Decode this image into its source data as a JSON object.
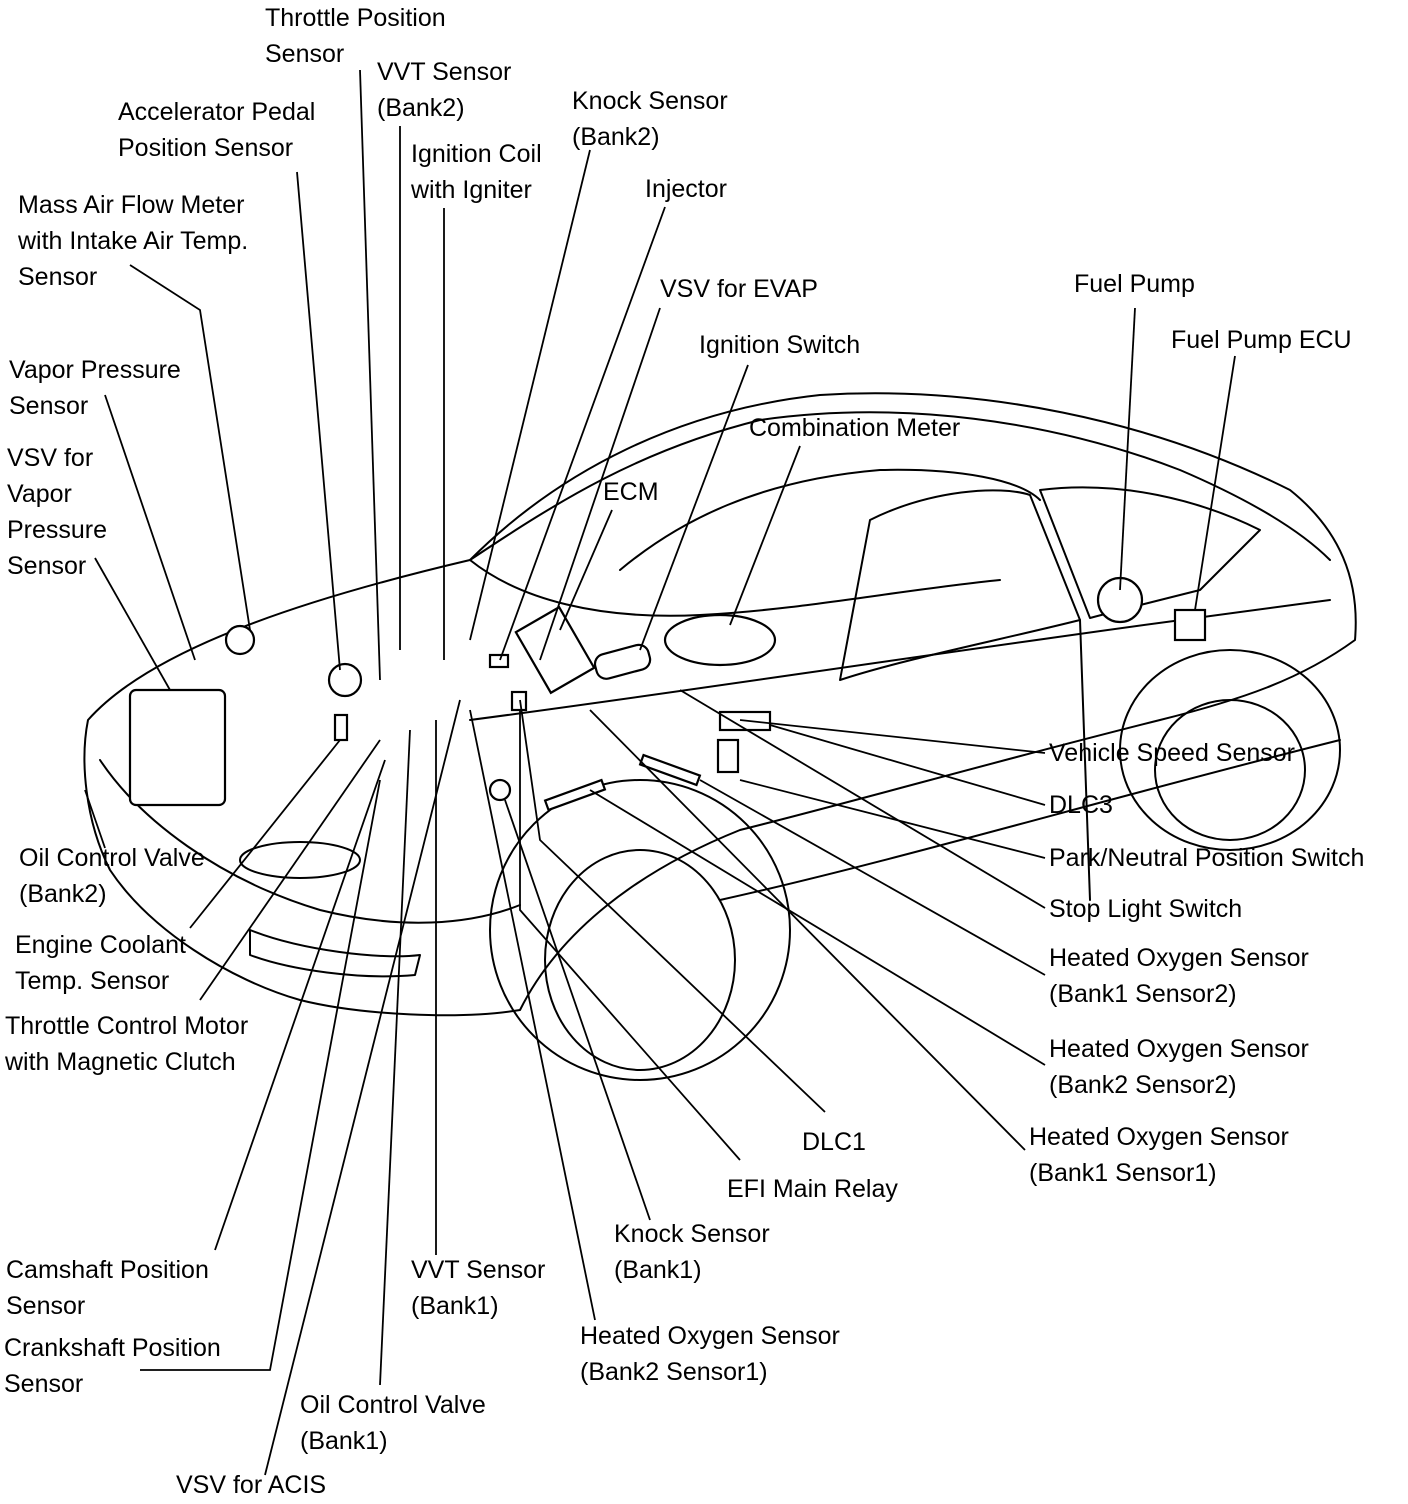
{
  "labels": {
    "throttle_position": [
      "Throttle Position",
      "Sensor"
    ],
    "vvt_bank2": [
      "VVT Sensor",
      "(Bank2)"
    ],
    "knock_bank2": [
      "Knock Sensor",
      "(Bank2)"
    ],
    "accel_pedal": [
      "Accelerator Pedal",
      "Position Sensor"
    ],
    "ignition_coil": [
      "Ignition Coil",
      "with Igniter"
    ],
    "injector": [
      "Injector"
    ],
    "maf": [
      "Mass Air Flow Meter",
      "with Intake Air Temp.",
      "Sensor"
    ],
    "vsv_evap": [
      "VSV for EVAP"
    ],
    "fuel_pump": [
      "Fuel Pump"
    ],
    "fuel_pump_ecu": [
      "Fuel Pump ECU"
    ],
    "ignition_switch": [
      "Ignition Switch"
    ],
    "vapor_pressure": [
      "Vapor Pressure",
      "Sensor"
    ],
    "combination_meter": [
      "Combination Meter"
    ],
    "vsv_vapor": [
      "VSV for",
      "Vapor",
      "Pressure",
      "Sensor"
    ],
    "ecm": [
      "ECM"
    ],
    "vehicle_speed": [
      "Vehicle Speed Sensor"
    ],
    "dlc3": [
      "DLC3"
    ],
    "ocv_bank2": [
      "Oil Control Valve",
      "(Bank2)"
    ],
    "park_neutral": [
      "Park/Neutral Position Switch"
    ],
    "stop_light": [
      "Stop Light Switch"
    ],
    "engine_coolant": [
      "Engine Coolant",
      "Temp. Sensor"
    ],
    "ho2_b1s2": [
      "Heated Oxygen Sensor",
      "(Bank1 Sensor2)"
    ],
    "throttle_motor": [
      "Throttle Control Motor",
      "with Magnetic Clutch"
    ],
    "ho2_b2s2": [
      "Heated Oxygen Sensor",
      "(Bank2 Sensor2)"
    ],
    "dlc1": [
      "DLC1"
    ],
    "ho2_b1s1": [
      "Heated Oxygen Sensor",
      "(Bank1 Sensor1)"
    ],
    "efi_relay": [
      "EFI Main Relay"
    ],
    "knock_bank1": [
      "Knock Sensor",
      "(Bank1)"
    ],
    "camshaft": [
      "Camshaft Position",
      "Sensor"
    ],
    "vvt_bank1": [
      "VVT Sensor",
      "(Bank1)"
    ],
    "ho2_b2s1": [
      "Heated Oxygen Sensor",
      "(Bank2 Sensor1)"
    ],
    "crankshaft": [
      "Crankshaft Position",
      "Sensor"
    ],
    "ocv_bank1": [
      "Oil Control Valve",
      "(Bank1)"
    ],
    "vsv_acis": [
      "VSV for ACIS"
    ]
  }
}
